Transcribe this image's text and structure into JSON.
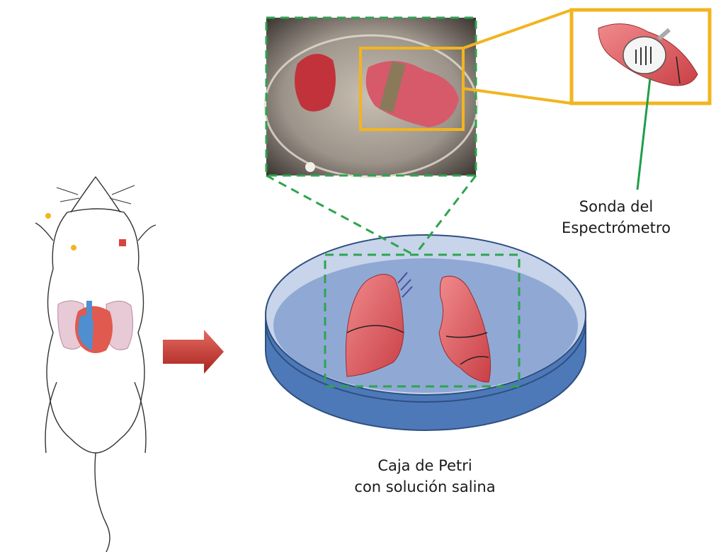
{
  "labels": {
    "probe_line1": "Sonda del",
    "probe_line2": "Espectrómetro",
    "petri_line1": "Caja de Petri",
    "petri_line2": "con solución salina"
  },
  "colors": {
    "green_dashed": "#2ea44f",
    "orange_frame": "#f2b51f",
    "arrow_red": "#c9302c",
    "lung_red": "#e0565b",
    "dish_blue": "#4d79b8",
    "dish_surface": "#8fa9d4"
  }
}
